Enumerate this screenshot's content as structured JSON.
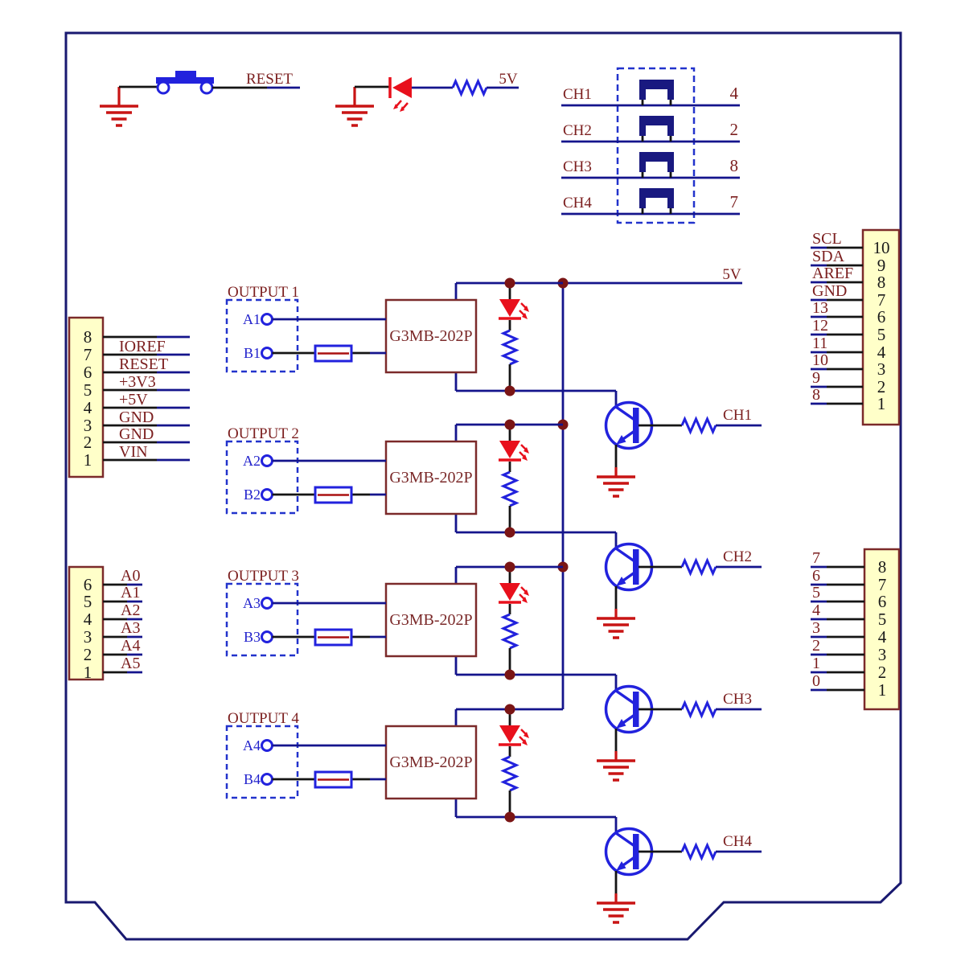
{
  "colors": {
    "wire_navy": "#14148C",
    "component_blue": "#2222DD",
    "label_maroon": "#7B1E1E",
    "ground_red": "#C81414",
    "led_red": "#E8101C",
    "header_fill": "#FFFFC9",
    "board_outline": "#191970"
  },
  "reset_circuit": {
    "label": "RESET"
  },
  "power_led_circuit": {
    "label": "5V"
  },
  "power_rail": {
    "label": "5V"
  },
  "jumper_block": {
    "rows": [
      {
        "ch": "CH1",
        "pin": "4"
      },
      {
        "ch": "CH2",
        "pin": "2"
      },
      {
        "ch": "CH3",
        "pin": "8"
      },
      {
        "ch": "CH4",
        "pin": "7"
      }
    ]
  },
  "headers": {
    "power": {
      "pins": [
        "8",
        "7",
        "6",
        "5",
        "4",
        "3",
        "2",
        "1"
      ],
      "labels": [
        "IOREF",
        "RESET",
        "+3V3",
        "+5V",
        "GND",
        "GND",
        "VIN"
      ]
    },
    "analog": {
      "pins": [
        "6",
        "5",
        "4",
        "3",
        "2",
        "1"
      ],
      "labels": [
        "A0",
        "A1",
        "A2",
        "A3",
        "A4",
        "A5"
      ]
    },
    "digital_a": {
      "pins": [
        "10",
        "9",
        "8",
        "7",
        "6",
        "5",
        "4",
        "3",
        "2",
        "1"
      ],
      "labels": [
        "SCL",
        "SDA",
        "AREF",
        "GND",
        "13",
        "12",
        "11",
        "10",
        "9",
        "8"
      ]
    },
    "digital_b": {
      "pins": [
        "8",
        "7",
        "6",
        "5",
        "4",
        "3",
        "2",
        "1"
      ],
      "labels": [
        "7",
        "6",
        "5",
        "4",
        "3",
        "2",
        "1",
        "0"
      ]
    }
  },
  "channels": [
    {
      "output_label": "OUTPUT 1",
      "a": "A1",
      "b": "B1",
      "relay": "G3MB-202P",
      "ch": "CH1"
    },
    {
      "output_label": "OUTPUT 2",
      "a": "A2",
      "b": "B2",
      "relay": "G3MB-202P",
      "ch": "CH2"
    },
    {
      "output_label": "OUTPUT 3",
      "a": "A3",
      "b": "B3",
      "relay": "G3MB-202P",
      "ch": "CH3"
    },
    {
      "output_label": "OUTPUT 4",
      "a": "A4",
      "b": "B4",
      "relay": "G3MB-202P",
      "ch": "CH4"
    }
  ]
}
